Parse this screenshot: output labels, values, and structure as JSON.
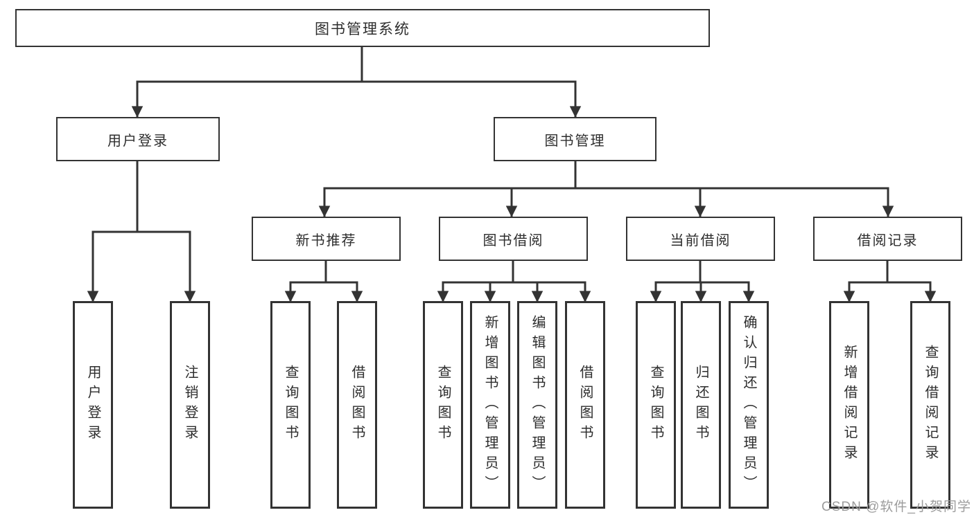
{
  "tree": {
    "label": "图书管理系统",
    "children": [
      {
        "label": "用户登录",
        "children": [
          {
            "label": "用户登录"
          },
          {
            "label": "注销登录"
          }
        ]
      },
      {
        "label": "图书管理",
        "children": [
          {
            "label": "新书推荐",
            "children": [
              {
                "label": "查询图书"
              },
              {
                "label": "借阅图书"
              }
            ]
          },
          {
            "label": "图书借阅",
            "children": [
              {
                "label": "查询图书"
              },
              {
                "label": "新增图书（管理员）"
              },
              {
                "label": "编辑图书（管理员）"
              },
              {
                "label": "借阅图书"
              }
            ]
          },
          {
            "label": "当前借阅",
            "children": [
              {
                "label": "查询图书"
              },
              {
                "label": "归还图书"
              },
              {
                "label": "确认归还（管理员）"
              }
            ]
          },
          {
            "label": "借阅记录",
            "children": [
              {
                "label": "新增借阅记录"
              },
              {
                "label": "查询借阅记录"
              }
            ]
          }
        ]
      }
    ]
  },
  "colors": {
    "line": "#333333",
    "text": "#2d2d2d",
    "watermark": "#9c9c9c",
    "background": "#ffffff"
  },
  "watermark": "CSDN @软件_小贺同学"
}
